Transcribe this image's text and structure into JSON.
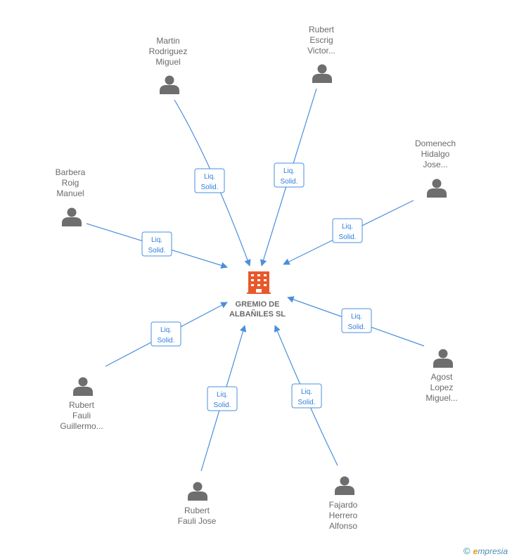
{
  "center": {
    "name_lines": [
      "GREMIO DE",
      "ALBAÑILES SL"
    ],
    "icon": "building-icon",
    "color": "#e8582a"
  },
  "relation_label_lines": [
    "Liq.",
    "Solid."
  ],
  "people": [
    {
      "id": "martin",
      "lines": [
        "Martin",
        "Rodriguez",
        "Miguel"
      ]
    },
    {
      "id": "rubert-escrig",
      "lines": [
        "Rubert",
        "Escrig",
        "Victor..."
      ]
    },
    {
      "id": "domenech",
      "lines": [
        "Domenech",
        "Hidalgo",
        "Jose..."
      ]
    },
    {
      "id": "barbera",
      "lines": [
        "Barbera",
        "Roig",
        "Manuel"
      ]
    },
    {
      "id": "agost",
      "lines": [
        "Agost",
        "Lopez",
        "Miguel..."
      ]
    },
    {
      "id": "rubert-fauli-guillermo",
      "lines": [
        "Rubert",
        "Fauli",
        "Guillermo..."
      ]
    },
    {
      "id": "rubert-fauli-jose",
      "lines": [
        "Rubert",
        "Fauli Jose"
      ]
    },
    {
      "id": "fajardo",
      "lines": [
        "Fajardo",
        "Herrero",
        "Alfonso"
      ]
    }
  ],
  "footer": {
    "copyright": "©",
    "brand_initial": "e",
    "brand_rest": "mpresia"
  },
  "colors": {
    "edge": "#4a8fdc",
    "person_icon": "#6e6e6e",
    "text": "#6a6a6a"
  }
}
